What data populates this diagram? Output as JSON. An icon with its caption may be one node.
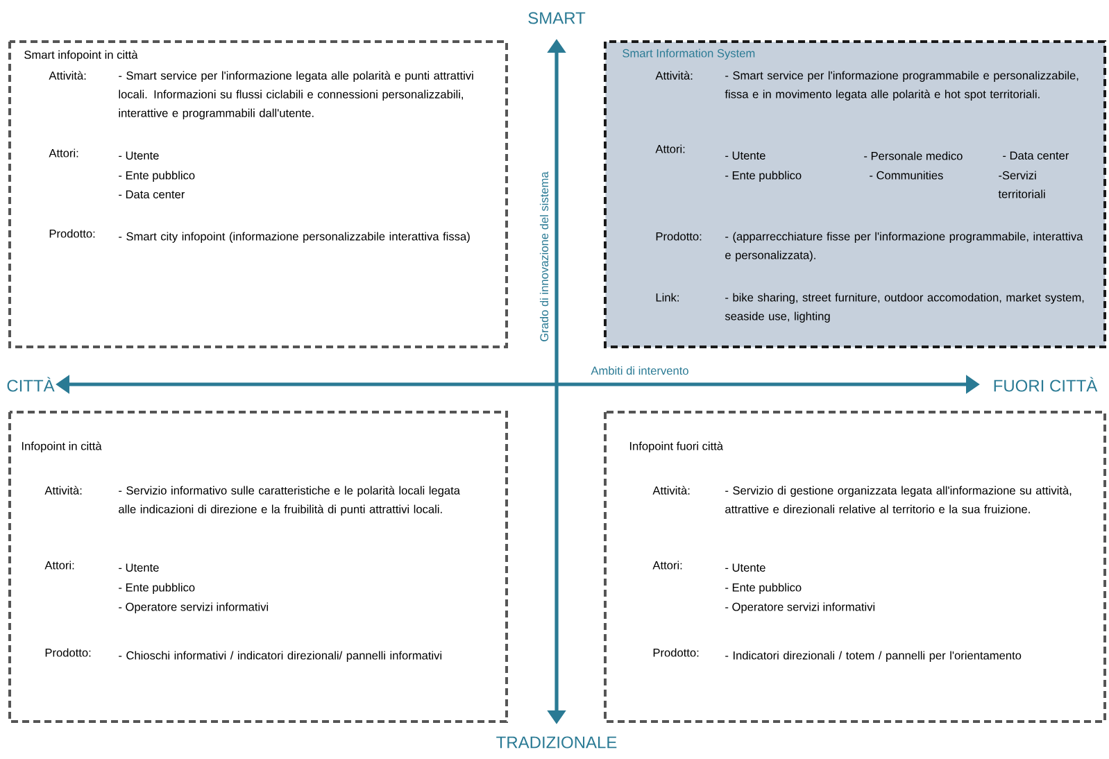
{
  "diagram": {
    "nodes": [
      {
        "text": [
          "Smart infopoint in città",
          "Attività:",
          "- Smart service per l'informazione legata alle polarità e punti attrattivi locali. Informazioni su flussi ciclabili e connessioni personalizzabili, interattive e programmabili dall'utente.",
          "Attori:",
          "- Utente",
          "- Ente pubblico",
          "- Data center",
          "Prodotto:",
          "- Smart city infopoint (informazione personalizzabile interattiva fissa)"
        ]
      },
      {
        "text": [
          "Smart Information System",
          "Attività:",
          "- Smart service per l'informazione programmabile e personalizzabile, fissa e in movimento legata alle polarità e hot spot territoriali.",
          "Attori:",
          "- Utente",
          "- Personale medico",
          "- Data center",
          "- Ente pubblico",
          "- Communities",
          "-Servizi territoriali",
          "Prodotto:",
          "- (apparrecchiature fisse per l'informazione programmabile, interattiva e personalizzata).",
          "Link:",
          "- bike sharing, street furniture, outdoor accomodation, market system, seaside use, lighting"
        ]
      },
      {
        "text": [
          "Infopoint in città",
          "Attività:",
          "- Servizio informativo sulle caratteristiche e le polarità locali legata alle indicazioni di direzione e la fruibilità di punti attrattivi locali.",
          "Attori:",
          "- Utente",
          "- Ente pubblico",
          "- Operatore servizi informativi",
          "Prodotto:",
          "- Chioschi informativi / indicatori direzionali/ pannelli informativi"
        ]
      },
      {
        "text": [
          "Infopoint fuori città",
          "Attività:",
          "- Servizio di gestione organizzata legata all'informazione su attività, attrattive e direzionali relative al territorio e la sua fruizione.",
          "Attori:",
          "- Utente",
          "- Ente pubblico",
          "- Operatore servizi informativi",
          "Prodotto:",
          "- Indicatori direzionali / totem / pannelli per l'orientamento"
        ]
      }
    ],
    "labels": [
      "SMART",
      "CITTÀ",
      "Ambiti di intervento",
      "Grado di innovazione del sistema",
      "FUORI CITTÀ",
      "TRADIZIONALE"
    ]
  }
}
